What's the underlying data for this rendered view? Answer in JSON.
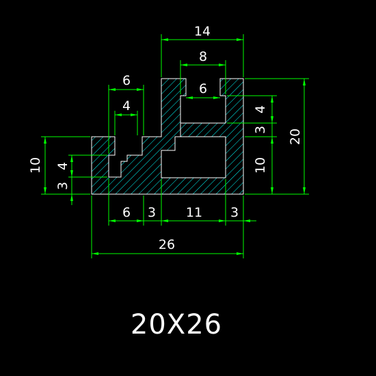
{
  "title": "20X26",
  "dimensions": {
    "top_width": "14",
    "slot_opening": "8",
    "slot_inner": "6",
    "left_outer": "6",
    "left_inner": "4",
    "right_upper": "4",
    "right_middle": "3",
    "right_total": "20",
    "right_lower": "10",
    "left_height": "10",
    "left_upper": "4",
    "left_lower": "3",
    "bottom_a": "6",
    "bottom_b": "3",
    "bottom_c": "11",
    "bottom_d": "3",
    "overall_width": "26"
  },
  "colors": {
    "background": "#000000",
    "outline": "#ffffff",
    "dimension": "#00ff00",
    "hatch": "#00ffff"
  }
}
